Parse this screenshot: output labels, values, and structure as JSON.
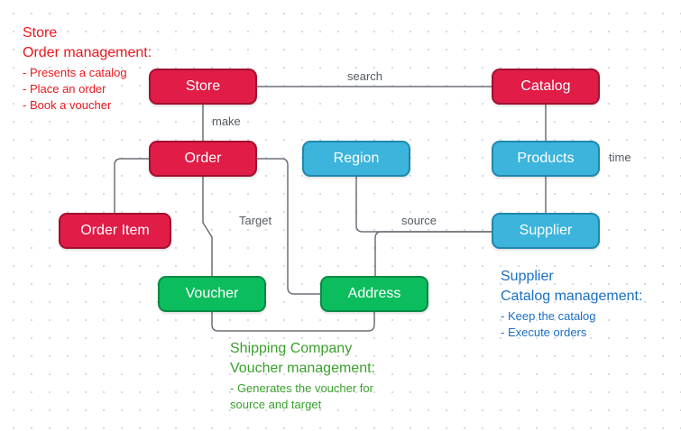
{
  "colors": {
    "store_role": "#e01c47",
    "supplier_role": "#3cb4dc",
    "shipping_role": "#0cbd5e",
    "connector": "#6b7078"
  },
  "nodes": {
    "store": "Store",
    "catalog": "Catalog",
    "order": "Order",
    "region": "Region",
    "products": "Products",
    "order_item": "Order Item",
    "supplier": "Supplier",
    "voucher": "Voucher",
    "address": "Address"
  },
  "edge_labels": {
    "search": "search",
    "make": "make",
    "time": "time",
    "target": "Target",
    "source": "source"
  },
  "notes": {
    "store": {
      "line1": "Store",
      "line2": "Order management:",
      "items": [
        "- Presents a catalog",
        "- Place an order",
        "- Book a voucher"
      ]
    },
    "supplier": {
      "line1": "Supplier",
      "line2": "Catalog management:",
      "items": [
        "- Keep the catalog",
        "- Execute orders"
      ]
    },
    "shipping": {
      "line1": "Shipping Company",
      "line2": "Voucher management:",
      "items": [
        "- Generates the voucher for",
        "source and target"
      ]
    }
  }
}
